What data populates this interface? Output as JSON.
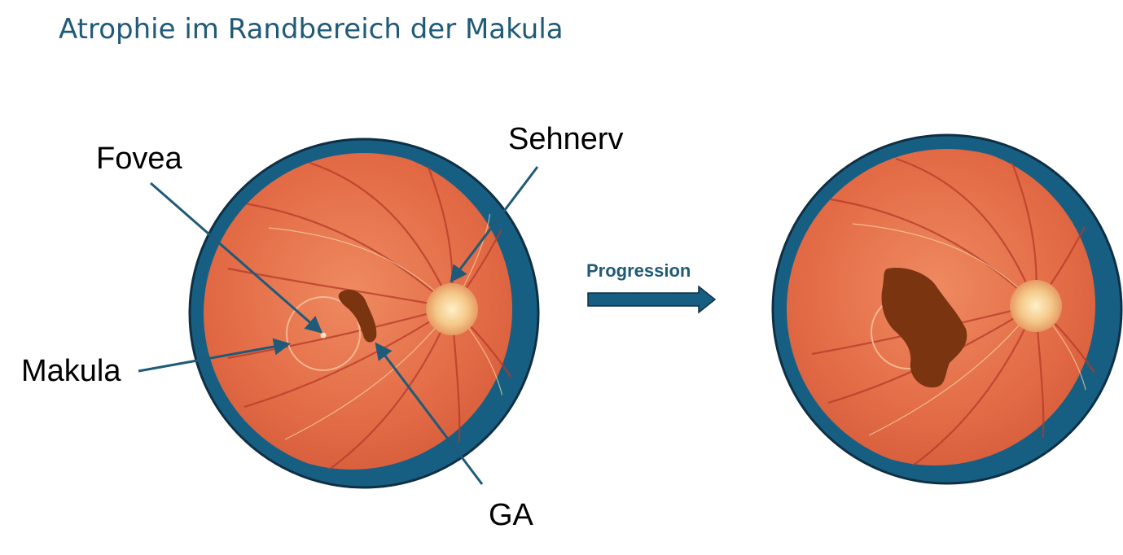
{
  "title": "Atrophie im Randbereich der Makula",
  "labels": {
    "fovea": "Fovea",
    "sehnerv": "Sehnerv",
    "makula": "Makula",
    "ga": "GA"
  },
  "progression_label": "Progression",
  "colors": {
    "title": "#1f5a78",
    "ring": "#175f82",
    "ring_outline": "#0f2f45",
    "retina": "#e4734f",
    "atrophy": "#7a3510",
    "optic_disc": "#f2c88e",
    "arrow": "#1f5a78"
  }
}
